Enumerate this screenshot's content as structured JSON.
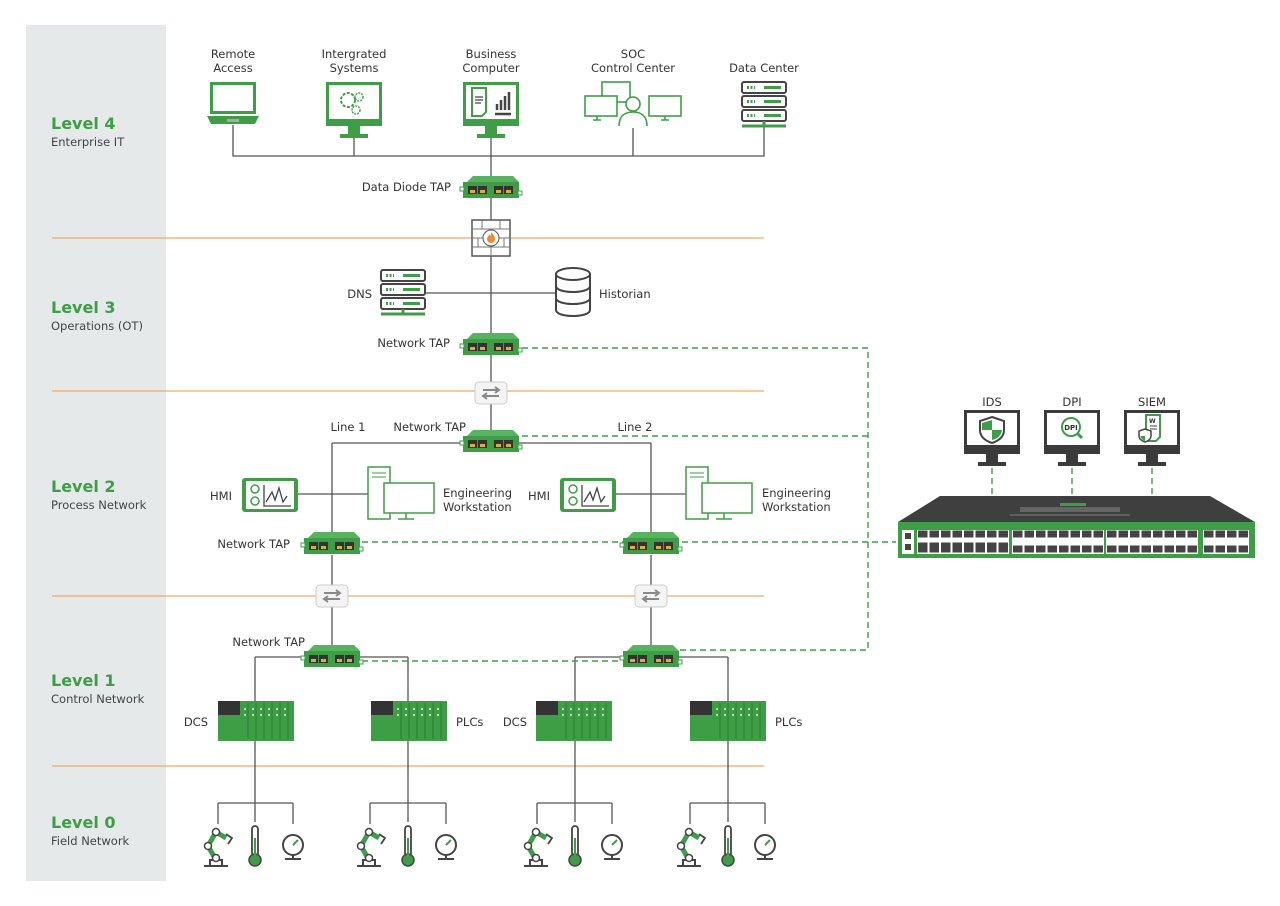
{
  "colors": {
    "accent": "#3d9e46",
    "sidebar": "#e6e9ea",
    "divider": "#f3a862",
    "wire": "#555555"
  },
  "levels": [
    {
      "title": "Level 4",
      "subtitle": "Enterprise IT"
    },
    {
      "title": "Level 3",
      "subtitle": "Operations (OT)"
    },
    {
      "title": "Level 2",
      "subtitle": "Process Network"
    },
    {
      "title": "Level 1",
      "subtitle": "Control Network"
    },
    {
      "title": "Level 0",
      "subtitle": "Field Network"
    }
  ],
  "level4": {
    "remote_access": [
      "Remote",
      "Access"
    ],
    "integrated_systems": [
      "Intergrated",
      "Systems"
    ],
    "business_computer": [
      "Business",
      "Computer"
    ],
    "soc": [
      "SOC",
      "Control Center"
    ],
    "data_center": "Data Center",
    "data_diode_tap": "Data Diode TAP"
  },
  "level3": {
    "dns": "DNS",
    "historian": "Historian",
    "network_tap": "Network TAP"
  },
  "level2": {
    "network_tap": "Network TAP",
    "line1": "Line 1",
    "line2": "Line 2",
    "hmi": "HMI",
    "workstation": [
      "Engineering",
      "Workstation"
    ],
    "line_tap": "Network TAP"
  },
  "level1": {
    "network_tap": "Network TAP",
    "dcs": "DCS",
    "plcs": "PLCs"
  },
  "monitoring": {
    "ids": "IDS",
    "dpi": "DPI",
    "siem": "SIEM",
    "dpi_icon_text": "DPI",
    "doc_icon_text": "W"
  }
}
